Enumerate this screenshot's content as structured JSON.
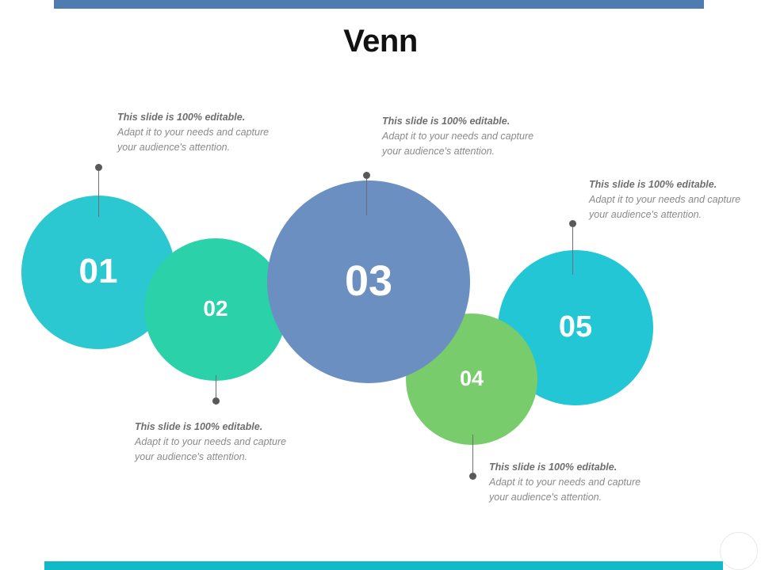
{
  "slide": {
    "title": "Venn",
    "background": "#ffffff"
  },
  "decor": {
    "top_bar_color": "#4F7CB0",
    "bottom_bar_color": "#12BAC8",
    "ghost_circle_border": "#e8e8e8"
  },
  "venn": {
    "circles": [
      {
        "id": "01",
        "label": "01",
        "color": "#2BC8D1"
      },
      {
        "id": "02",
        "label": "02",
        "color": "#2BD1A8"
      },
      {
        "id": "03",
        "label": "03",
        "color": "#6B8FC0"
      },
      {
        "id": "04",
        "label": "04",
        "color": "#79CC6B"
      },
      {
        "id": "05",
        "label": "05",
        "color": "#22C6D4"
      }
    ]
  },
  "callouts": [
    {
      "id": "callout-01",
      "headline": "This slide is 100% editable.",
      "body": "Adapt it to your needs and capture your audience's attention."
    },
    {
      "id": "callout-03",
      "headline": "This slide is 100% editable.",
      "body": "Adapt it to your needs and capture your audience's attention."
    },
    {
      "id": "callout-05",
      "headline": "This slide is 100% editable.",
      "body": "Adapt it to your needs and capture your audience's attention."
    },
    {
      "id": "callout-02",
      "headline": "This slide is 100% editable.",
      "body": "Adapt it to your needs and capture your audience's attention."
    },
    {
      "id": "callout-04",
      "headline": "This slide is 100% editable.",
      "body": "Adapt it to your needs and capture your audience's attention."
    }
  ]
}
